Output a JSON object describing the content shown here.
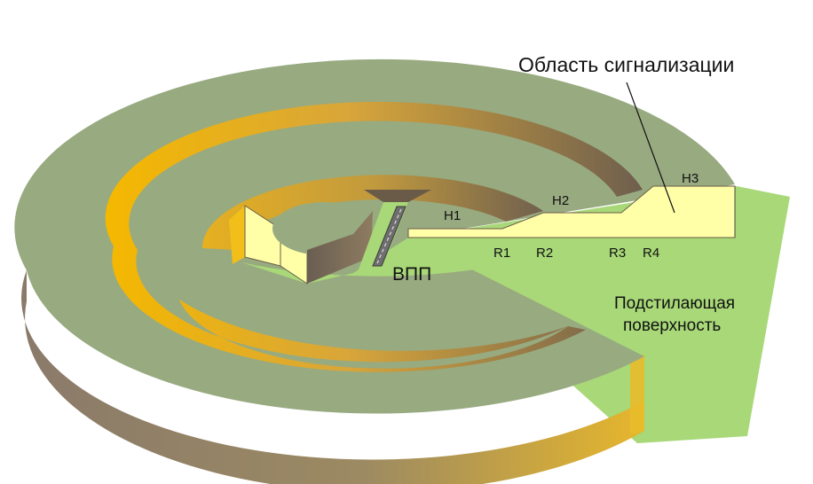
{
  "diagram": {
    "title": "Область сигнализации",
    "runway_label": "ВПП",
    "surface_label_line1": "Подстилающая",
    "surface_label_line2": "поверхность",
    "height_labels": [
      "H1",
      "H2",
      "H3"
    ],
    "radius_labels": [
      "R1",
      "R2",
      "R3",
      "R4"
    ]
  },
  "colors": {
    "top_green": "#98aa80",
    "surface_green": "#a8d878",
    "wall_brown": "#7a6a5a",
    "wall_gold": "#e0b030",
    "profile_yellow": "#ffffa8",
    "groove_gold": "#f2bd18",
    "runway_gray": "#6e6e6e"
  }
}
